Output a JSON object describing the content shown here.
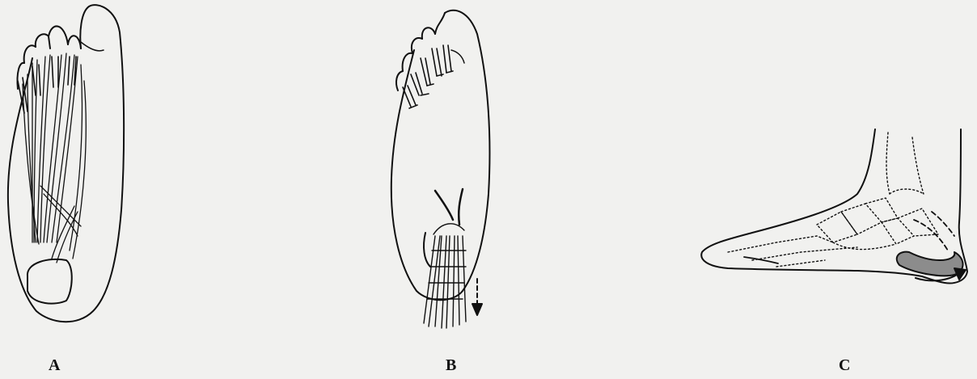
{
  "figure": {
    "panels": [
      {
        "id": "A",
        "label": "A",
        "icon": "plantar-foot-tendons-icon"
      },
      {
        "id": "B",
        "label": "B",
        "icon": "plantar-foot-transferred-tendons-icon"
      },
      {
        "id": "C",
        "label": "C",
        "icon": "lateral-foot-heel-icon"
      }
    ]
  },
  "colors": {
    "background": "#f1f1ef",
    "ink": "#111111",
    "bleed_through": "#d6d6d2"
  }
}
